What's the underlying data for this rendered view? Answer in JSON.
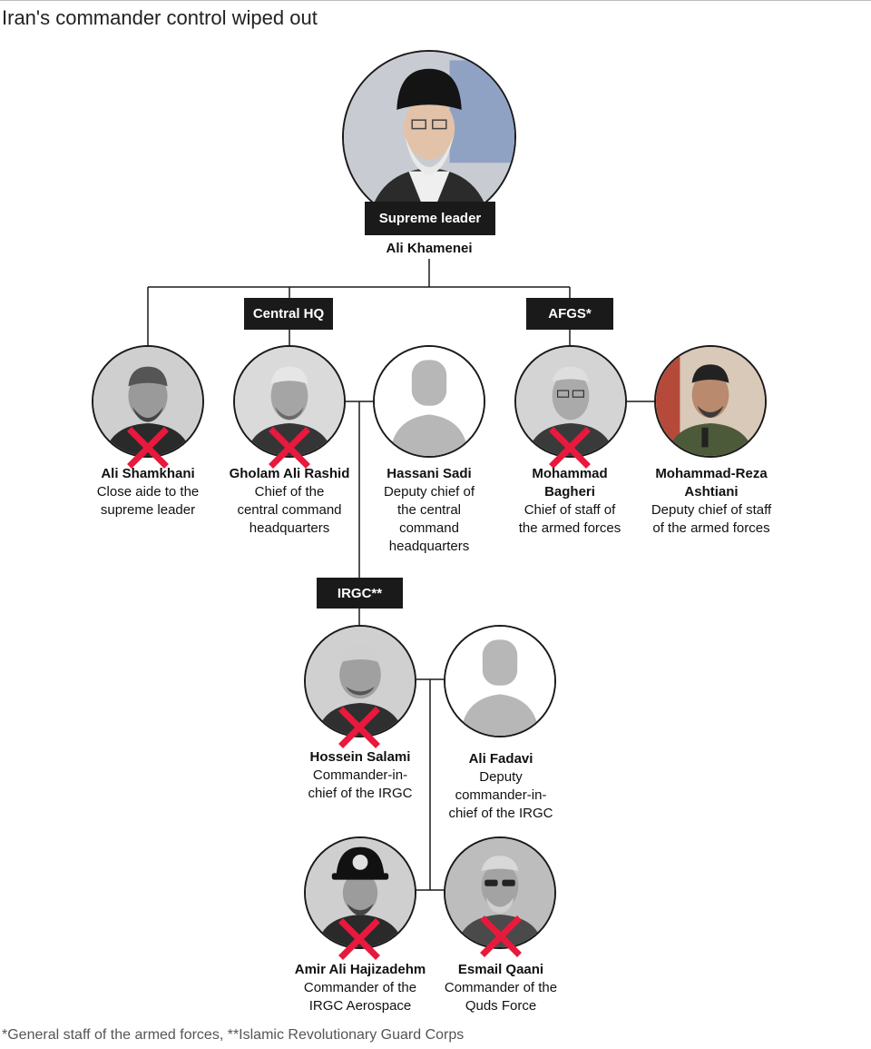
{
  "title": "Iran's commander control wiped out",
  "footnote": "*General staff of the armed forces, **Islamic Revolutionary Guard Corps",
  "boxes": {
    "supreme": "Supreme leader",
    "central_hq": "Central HQ",
    "afgs": "AFGS*",
    "irgc": "IRGC**"
  },
  "people": {
    "khamenei": {
      "name": "Ali Khamenei",
      "role": ""
    },
    "shamkhani": {
      "name": "Ali Shamkhani",
      "role": "Close aide to the\nsupreme leader"
    },
    "rashid": {
      "name": "Gholam Ali Rashid",
      "role": "Chief of the\ncentral command\nheadquarters"
    },
    "sadi": {
      "name": "Hassani Sadi",
      "role": "Deputy chief of\nthe central\ncommand\nheadquarters"
    },
    "bagheri": {
      "name": "Mohammad\nBagheri",
      "role": "Chief of staff of\nthe armed forces"
    },
    "ashtiani": {
      "name": "Mohammad-Reza\nAshtiani",
      "role": "Deputy chief of staff\nof the armed forces"
    },
    "salami": {
      "name": "Hossein Salami",
      "role": "Commander-in-\nchief of the IRGC"
    },
    "fadavi": {
      "name": "Ali Fadavi",
      "role": "Deputy\ncommander-in-\nchief of the IRGC"
    },
    "hajizadeh": {
      "name": "Amir Ali Hajizadehm",
      "role": "Commander of the\nIRGC Aerospace"
    },
    "qaani": {
      "name": "Esmail Qaani",
      "role": "Commander of the\nQuds Force"
    }
  },
  "colors": {
    "line": "#1a1a1a",
    "box": "#1a1a1a",
    "cross": "#e8193c",
    "silhouette": "#b7b7b7"
  }
}
